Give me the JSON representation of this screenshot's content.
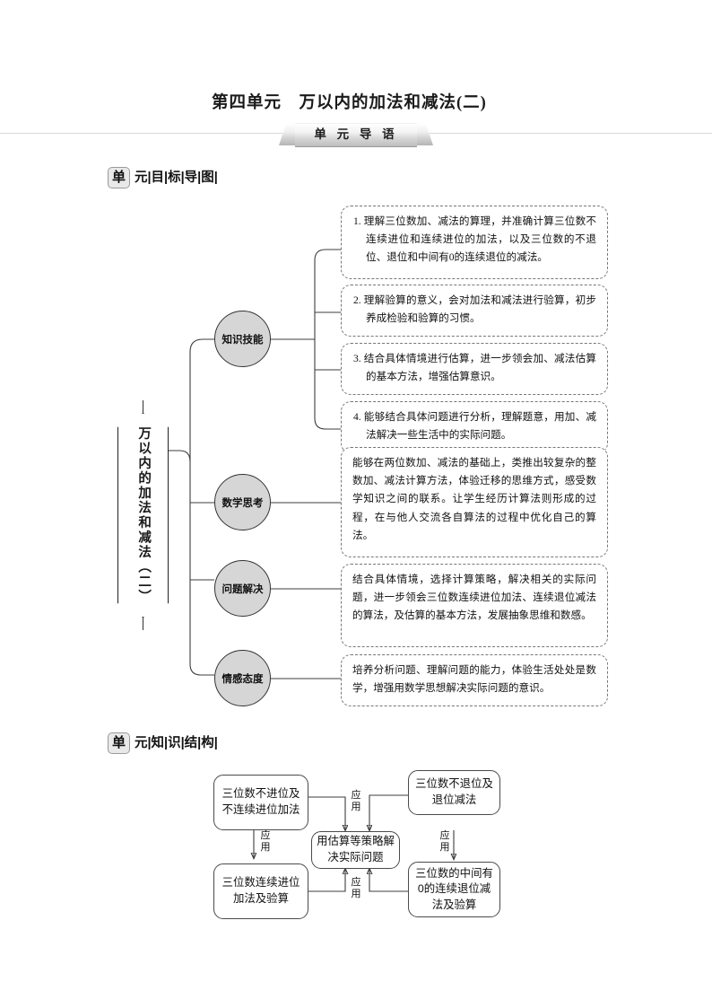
{
  "document": {
    "title": "第四单元　万以内的加法和减法(二)",
    "banner_label": "单 元 导 语",
    "badge_char": "单"
  },
  "sections": [
    {
      "badge": "单",
      "label": "元|目|标|导|图|",
      "name": "unit-objective-map"
    },
    {
      "badge": "单",
      "label": "元|知|识|结|构|",
      "name": "unit-knowledge-structure"
    }
  ],
  "mindmap": {
    "root": "万以内的加法和减法（二）",
    "branches": [
      {
        "circle": "知识技能",
        "items": [
          "1. 理解三位数加、减法的算理，并准确计算三位数不连续进位和连续进位的加法，以及三位数的不退位、退位和中间有0的连续退位的减法。",
          "2. 理解验算的意义，会对加法和减法进行验算，初步养成检验和验算的习惯。",
          "3. 结合具体情境进行估算，进一步领会加、减法估算的基本方法，增强估算意识。",
          "4. 能够结合具体问题进行分析，理解题意，用加、减法解决一些生活中的实际问题。"
        ]
      },
      {
        "circle": "数学思考",
        "items": [
          "能够在两位数加、减法的基础上，类推出较复杂的整数加、减法计算方法，体验迁移的思维方式，感受数学知识之间的联系。让学生经历计算法则形成的过程，在与他人交流各自算法的过程中优化自己的算法。"
        ]
      },
      {
        "circle": "问题解决",
        "items": [
          "结合具体情境，选择计算策略，解决相关的实际问题，进一步领会三位数连续进位加法、连续退位减法的算法，及估算的基本方法，发展抽象思维和数感。"
        ]
      },
      {
        "circle": "情感态度",
        "items": [
          "培养分析问题、理解问题的能力，体验生活处处是数学，增强用数学思想解决实际问题的意识。"
        ]
      }
    ]
  },
  "flowchart": {
    "nodes": {
      "top_left": "三位数不进位及不连续进位加法",
      "bottom_left": "三位数连续进位加法及验算",
      "center": "用估算等策略解决实际问题",
      "top_right": "三位数不退位及退位减法",
      "bottom_right": "三位数的中间有0的连续退位减法及验算"
    },
    "edge_labels": {
      "left_down": "应用",
      "left_to_center": "应用",
      "bottom_left_to_center": "应用",
      "right_down": "应用",
      "bottom_right_to_center": "应用"
    }
  },
  "colors": {
    "circle_fill": "#d6d6d6",
    "dash_border": "#777777",
    "line": "#3c3c3c",
    "rule": "#d8d8d8"
  }
}
